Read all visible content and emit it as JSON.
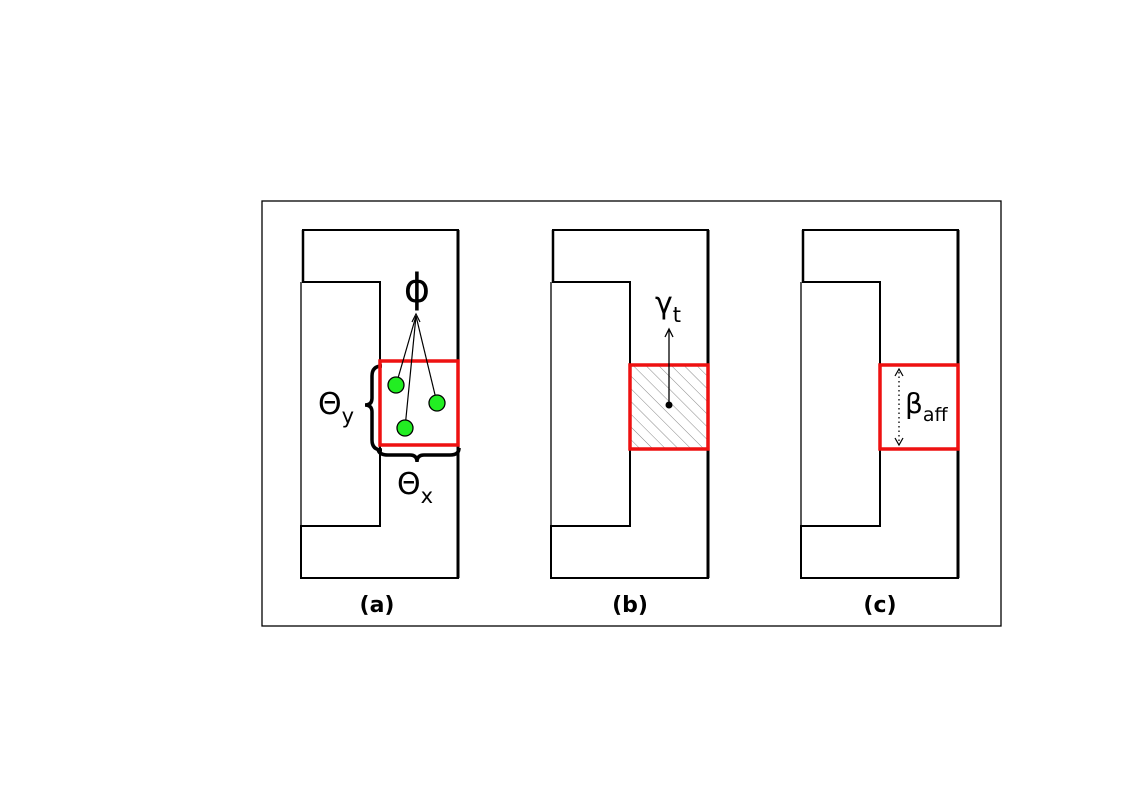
{
  "panels": [
    {
      "label": "(a)",
      "symbols": {
        "phi": "ϕ",
        "theta_y": "Θ",
        "theta_y_sub": "y",
        "theta_x": "Θ",
        "theta_x_sub": "x"
      }
    },
    {
      "label": "(b)",
      "symbols": {
        "gamma": "γ",
        "gamma_sub": "t"
      }
    },
    {
      "label": "(c)",
      "symbols": {
        "beta": "β",
        "beta_sub": "aff"
      }
    }
  ],
  "colors": {
    "highlight_box": "#ee1111",
    "particle": "#22ee22",
    "outline": "#000000",
    "hatch": "#888888"
  }
}
